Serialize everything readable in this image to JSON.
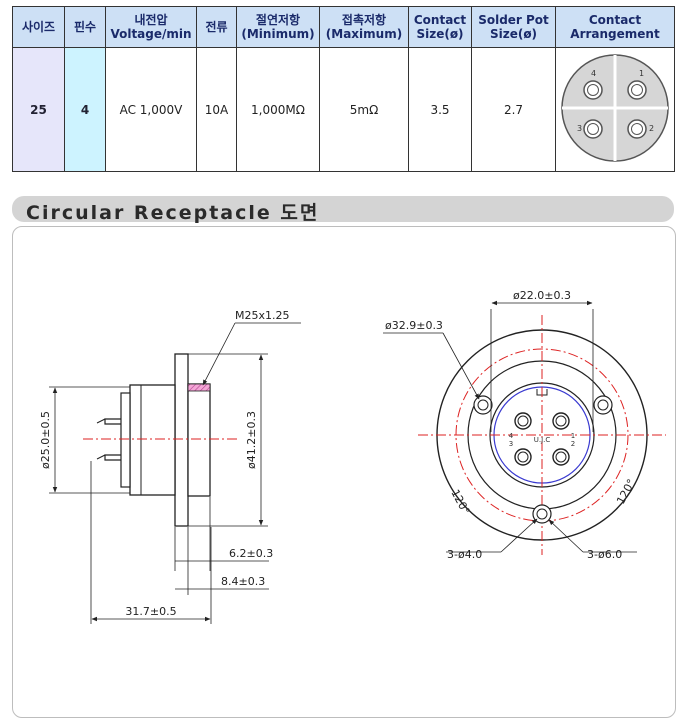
{
  "table": {
    "headers": [
      {
        "line1": "사이즈",
        "line2": ""
      },
      {
        "line1": "핀수",
        "line2": ""
      },
      {
        "line1": "내전압",
        "line2": "Voltage/min"
      },
      {
        "line1": "전류",
        "line2": ""
      },
      {
        "line1": "절연저항",
        "line2": "(Minimum)"
      },
      {
        "line1": "접촉저항",
        "line2": "(Maximum)"
      },
      {
        "line1": "Contact",
        "line2": "Size(ø)"
      },
      {
        "line1": "Solder Pot",
        "line2": "Size(ø)"
      },
      {
        "line1": "Contact",
        "line2": "Arrangement"
      }
    ],
    "row": {
      "size": "25",
      "pins": "4",
      "voltage": "AC 1,000V",
      "current": "10A",
      "insulation": "1,000MΩ",
      "contact_resistance": "5mΩ",
      "contact_size": "3.5",
      "solder_pot_size": "2.7"
    },
    "arrangement_labels": [
      "1",
      "2",
      "3",
      "4"
    ]
  },
  "section": {
    "title": "Circular Receptacle 도면"
  },
  "drawing": {
    "side_view": {
      "thread": "M25x1.25",
      "dia_body": "ø25.0±0.5",
      "dia_flange": "ø41.2±0.3",
      "len_a": "6.2±0.3",
      "len_b": "8.4±0.3",
      "len_total": "31.7±0.5"
    },
    "front_view": {
      "dia_inner": "ø22.0±0.3",
      "dia_pcd": "ø32.9±0.3",
      "angle_left": "120°",
      "angle_right": "120°",
      "holes": "3-ø4.0",
      "counterbore": "3-ø6.0",
      "pin_labels": {
        "top_left": "4",
        "bottom_left": "3",
        "top_right": "1",
        "bottom_right": "2"
      },
      "center_mark": "U.J.C"
    }
  }
}
